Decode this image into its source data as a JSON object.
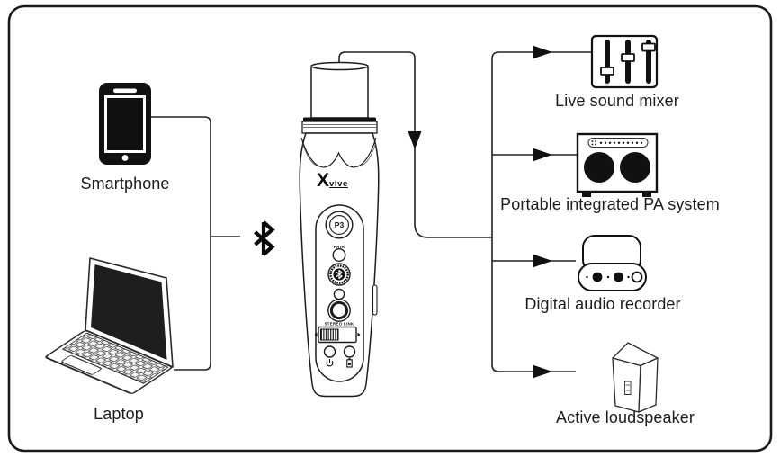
{
  "sources": {
    "smartphone_label": "Smartphone",
    "laptop_label": "Laptop"
  },
  "wireless": {
    "icon": "bluetooth-icon"
  },
  "device": {
    "logo_mark": "X",
    "logo_text": "vive",
    "model": "P3",
    "pair_label": "PAIR",
    "stereo_link_label": "STEREO LINK"
  },
  "outputs": [
    {
      "label": "Live sound mixer"
    },
    {
      "label": "Portable integrated PA system"
    },
    {
      "label": "Digital audio recorder"
    },
    {
      "label": "Active loudspeaker"
    }
  ],
  "colors": {
    "line": "#1a1a1a",
    "background": "#ffffff"
  }
}
